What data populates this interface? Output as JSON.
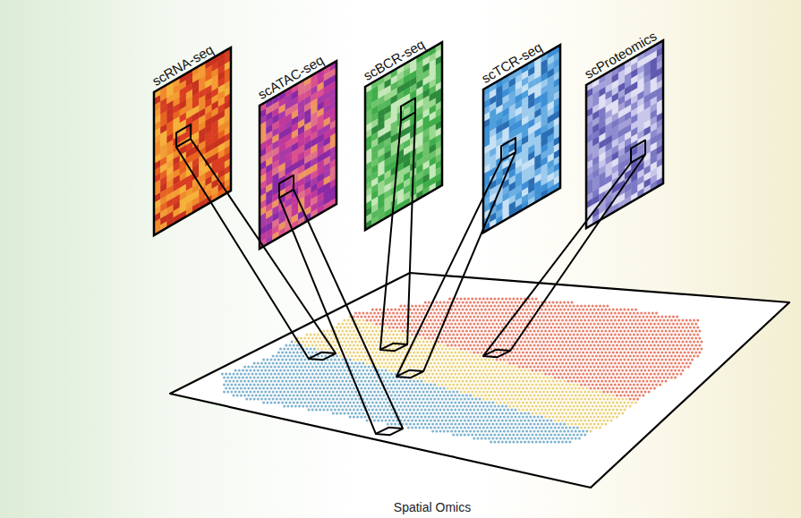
{
  "diagram": {
    "nodes": [
      {
        "text": [
          "scRNA-seq"
        ]
      },
      {
        "text": [
          "scATAC-seq"
        ]
      },
      {
        "text": [
          "scBCR-seq"
        ]
      },
      {
        "text": [
          "scTCR-seq"
        ]
      },
      {
        "text": [
          "scProteomics"
        ]
      },
      {
        "text": [
          "Spatial Omics"
        ]
      }
    ],
    "edges": [
      {
        "from": 0,
        "to": 5,
        "arrow": "none"
      },
      {
        "from": 1,
        "to": 5,
        "arrow": "none"
      },
      {
        "from": 2,
        "to": 5,
        "arrow": "none"
      },
      {
        "from": 3,
        "to": 5,
        "arrow": "none"
      },
      {
        "from": 4,
        "to": 5,
        "arrow": "none"
      }
    ]
  }
}
